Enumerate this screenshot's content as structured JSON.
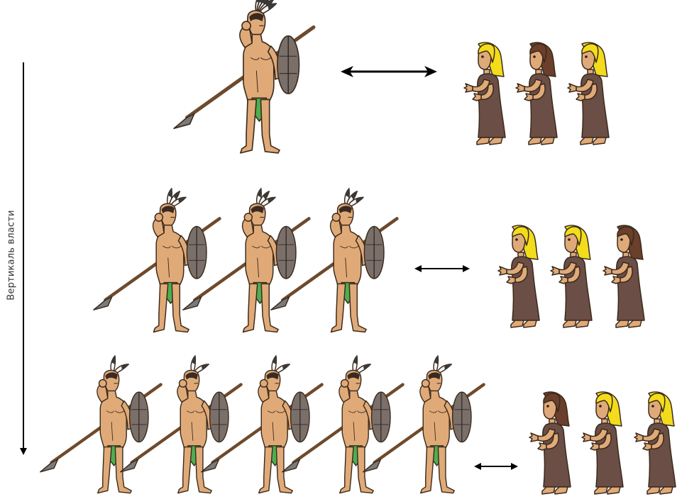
{
  "axis": {
    "label": "Вертикаль власти"
  },
  "colors": {
    "skin": "#e0aa78",
    "skin_outline": "#3a2a1c",
    "dress": "#6b4e45",
    "hair_blonde": "#f2dc1c",
    "hair_brown": "#6a3f2c",
    "loincloth": "#4caf50",
    "spear": "#6e4a2c",
    "spearhead": "#7a7a7a",
    "shield": "#7b6f6a",
    "feather_dark": "#3a3a3a",
    "feather_light": "#f5f5f5",
    "arrow": "#000000"
  },
  "rows": [
    {
      "warriors": 1,
      "women": [
        "blonde",
        "brown",
        "blonde"
      ]
    },
    {
      "warriors": 3,
      "women": [
        "blonde",
        "blonde",
        "brown"
      ]
    },
    {
      "warriors": 5,
      "women": [
        "brown",
        "blonde",
        "blonde"
      ]
    }
  ]
}
